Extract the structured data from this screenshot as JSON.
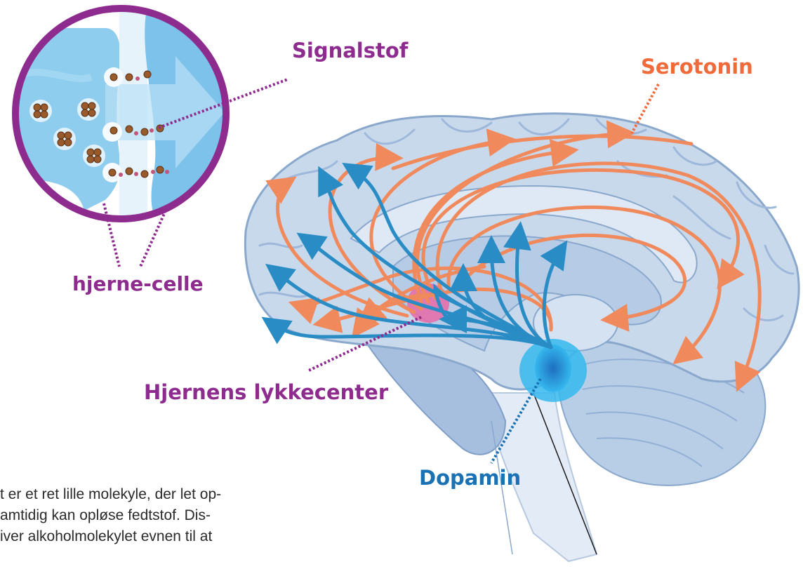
{
  "labels": {
    "signalstof": "Signalstof",
    "serotonin": "Serotonin",
    "hjerne_celle": "hjerne-celle",
    "lykkecenter": "Hjernens lykkecenter",
    "dopamin": "Dopamin"
  },
  "body_text": [
    "t er et ret lille molekyle, der let op-",
    "amtidig kan opløse fedtstof. Dis-",
    "iver alkoholmolekylet evnen til at"
  ],
  "colors": {
    "purple": "#8e2b8e",
    "serotonin_orange": "#f06a3a",
    "dopamine_blue": "#1a72b4",
    "brain_light": "#c9d9ec",
    "brain_mid": "#a9c2e0",
    "brain_dark": "#7fa0c8",
    "reward_pink": "#e86aa8",
    "dopamine_nucleus": "#2aa5e0",
    "synapse_blue": "#8fcdee"
  }
}
